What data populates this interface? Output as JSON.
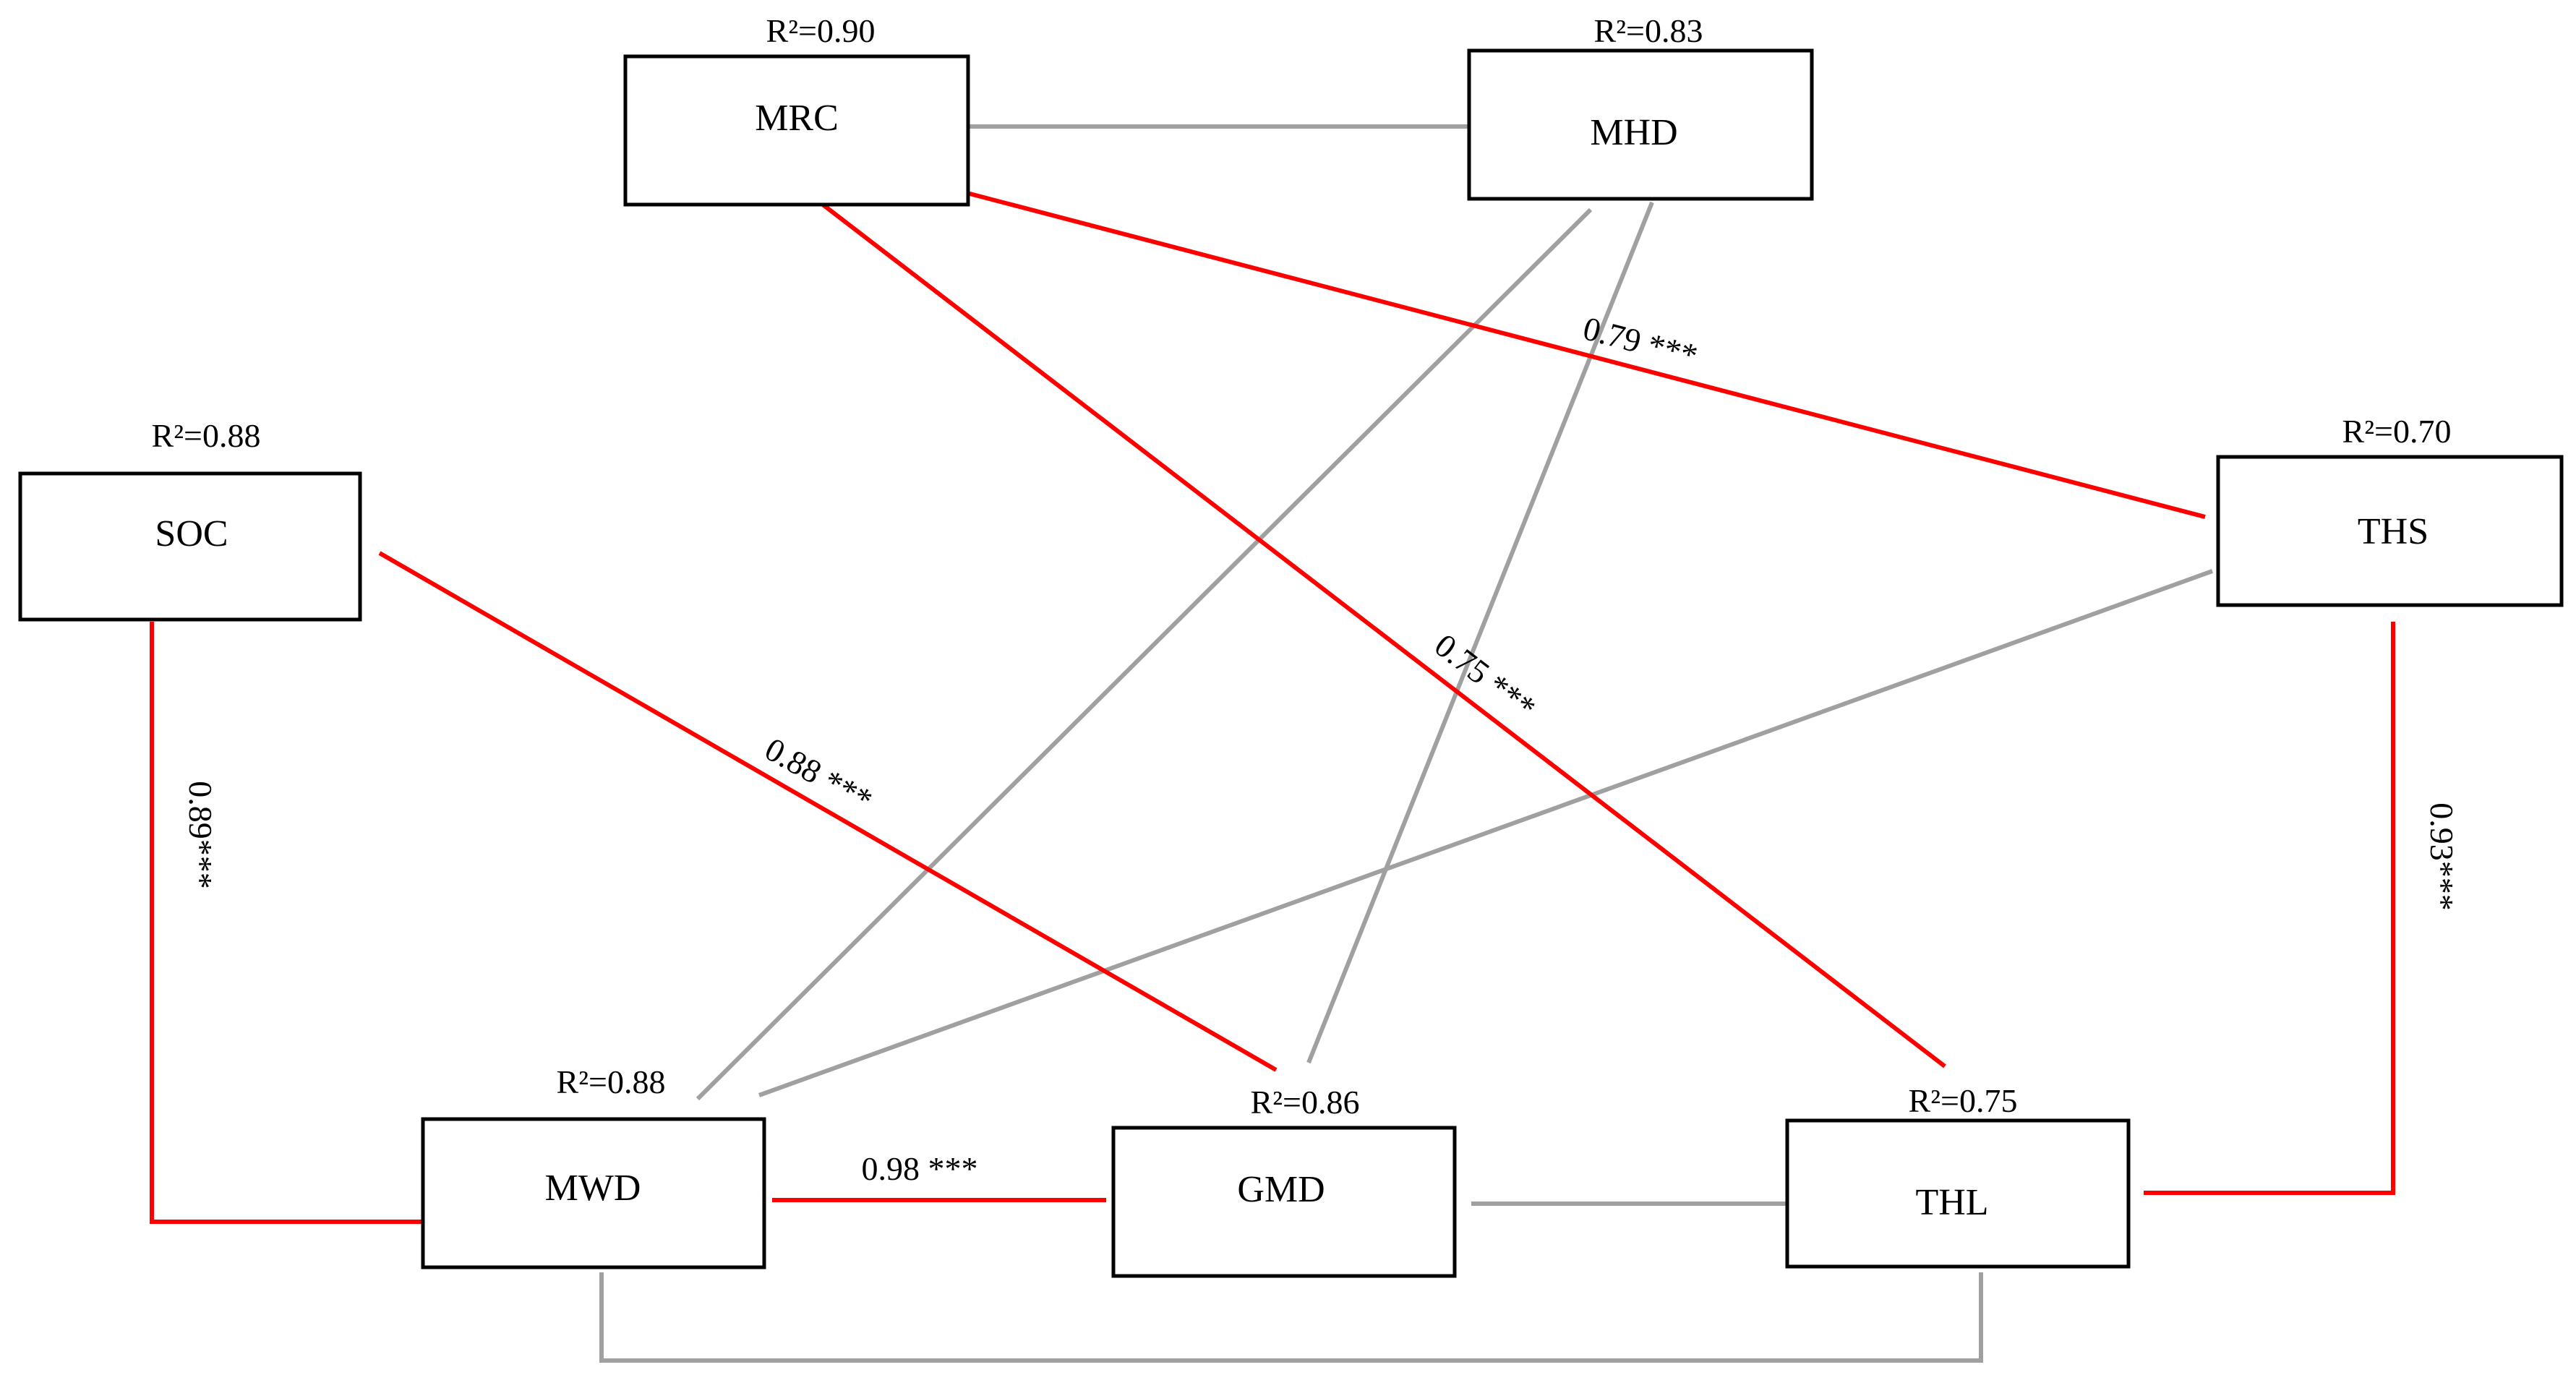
{
  "colors": {
    "significant": "#ff0000",
    "nonsignificant": "#a0a0a0",
    "box_border": "#000000"
  },
  "nodes": {
    "mrc": {
      "label": "MRC",
      "r2": "R²=0.90"
    },
    "mhd": {
      "label": "MHD",
      "r2": "R²=0.83"
    },
    "soc": {
      "label": "SOC",
      "r2": "R²=0.88"
    },
    "ths": {
      "label": "THS",
      "r2": "R²=0.70"
    },
    "mwd": {
      "label": "MWD",
      "r2": "R²=0.88"
    },
    "gmd": {
      "label": "GMD",
      "r2": "R²=0.86"
    },
    "thl": {
      "label": "THL",
      "r2": "R²=0.75"
    }
  },
  "paths": {
    "soc_mwd": {
      "from": "SOC",
      "to": "MWD",
      "label": "0.89***"
    },
    "soc_gmd": {
      "from": "SOC",
      "to": "GMD",
      "label": "0.88 ***"
    },
    "mwd_gmd": {
      "from": "MWD",
      "to": "GMD",
      "label": "0.98  ***"
    },
    "thl_mrc": {
      "from": "THL",
      "to": "MRC",
      "label": "0.75 ***"
    },
    "ths_mrc": {
      "from": "THS",
      "to": "MRC",
      "label": "0.79 ***"
    },
    "thl_ths": {
      "from": "THL",
      "to": "THS",
      "label": "0.93***"
    }
  }
}
